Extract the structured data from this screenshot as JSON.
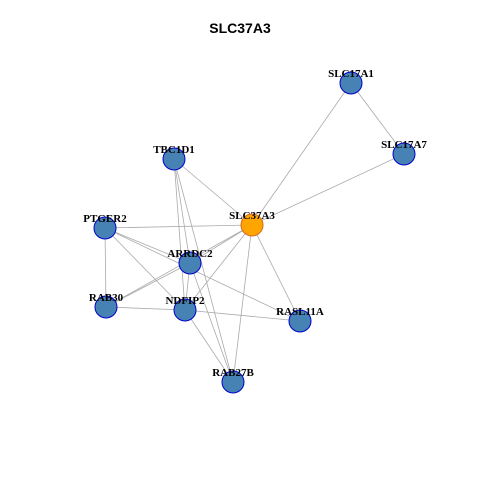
{
  "title": "SLC37A3",
  "colors": {
    "node_default": "#4682B4",
    "node_stroke": "#0000CD",
    "node_focus": "#FFA500",
    "node_focus_stroke": "#D2691E",
    "edge": "#AAAAAA",
    "background": "#FFFFFF"
  },
  "nodes": [
    {
      "id": "SLC17A1",
      "label": "SLC17A1",
      "focus": false
    },
    {
      "id": "SLC17A7",
      "label": "SLC17A7",
      "focus": false
    },
    {
      "id": "TBC1D1",
      "label": "TBC1D1",
      "focus": false
    },
    {
      "id": "SLC37A3",
      "label": "SLC37A3",
      "focus": true
    },
    {
      "id": "PTGER2",
      "label": "PTGER2",
      "focus": false
    },
    {
      "id": "ARRDC2",
      "label": "ARRDC2",
      "focus": false
    },
    {
      "id": "RAB30",
      "label": "RAB30",
      "focus": false
    },
    {
      "id": "NDFIP2",
      "label": "NDFIP2",
      "focus": false
    },
    {
      "id": "RASL11A",
      "label": "RASL11A",
      "focus": false
    },
    {
      "id": "RAB27B",
      "label": "RAB27B",
      "focus": false
    }
  ],
  "edges": [
    [
      "SLC17A1",
      "SLC17A7"
    ],
    [
      "SLC17A1",
      "SLC37A3"
    ],
    [
      "SLC17A7",
      "SLC37A3"
    ],
    [
      "TBC1D1",
      "SLC37A3"
    ],
    [
      "TBC1D1",
      "ARRDC2"
    ],
    [
      "TBC1D1",
      "NDFIP2"
    ],
    [
      "TBC1D1",
      "RAB27B"
    ],
    [
      "PTGER2",
      "SLC37A3"
    ],
    [
      "PTGER2",
      "ARRDC2"
    ],
    [
      "PTGER2",
      "RAB30"
    ],
    [
      "PTGER2",
      "NDFIP2"
    ],
    [
      "PTGER2",
      "RASL11A"
    ],
    [
      "SLC37A3",
      "ARRDC2"
    ],
    [
      "SLC37A3",
      "RAB30"
    ],
    [
      "SLC37A3",
      "NDFIP2"
    ],
    [
      "SLC37A3",
      "RASL11A"
    ],
    [
      "SLC37A3",
      "RAB27B"
    ],
    [
      "ARRDC2",
      "RAB30"
    ],
    [
      "ARRDC2",
      "NDFIP2"
    ],
    [
      "ARRDC2",
      "RAB27B"
    ],
    [
      "RAB30",
      "NDFIP2"
    ],
    [
      "NDFIP2",
      "RASL11A"
    ],
    [
      "NDFIP2",
      "RAB27B"
    ]
  ]
}
